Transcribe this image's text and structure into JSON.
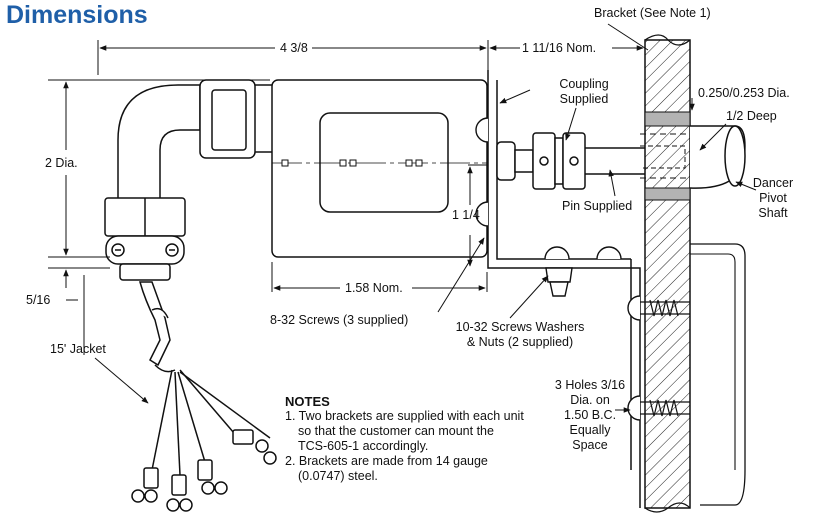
{
  "title": "Dimensions",
  "labels": {
    "bracket_note": "Bracket (See Note 1)",
    "width_4_3_8": "4 3/8",
    "nom_1_11_16": "1 11/16 Nom.",
    "coupling_line1": "Coupling",
    "coupling_line2": "Supplied",
    "shaft_dia": "0.250/0.253 Dia.",
    "depth": "1/2 Deep",
    "dia_2": "2 Dia.",
    "dancer_line1": "Dancer",
    "dancer_line2": "Pivot",
    "dancer_line3": "Shaft",
    "pin_supplied": "Pin Supplied",
    "dim_1_1_4": "1 1/4",
    "dim_5_16": "5/16",
    "nom_1_58": "1.58 Nom.",
    "screws_8_32": "8-32 Screws (3 supplied)",
    "screws_10_32_line1": "10-32 Screws Washers",
    "screws_10_32_line2": "& Nuts (2 supplied)",
    "jacket": "15' Jacket",
    "holes_line1": "3 Holes 3/16",
    "holes_line2": "Dia. on",
    "holes_line3": "1.50 B.C.",
    "holes_line4": "Equally",
    "holes_line5": "Space"
  },
  "notes": {
    "heading": "NOTES",
    "items": [
      "1. Two brackets are supplied with each unit so that the customer can mount the TCS-605-1 accordingly.",
      "2. Brackets are made from 14 gauge (0.0747) steel."
    ]
  }
}
